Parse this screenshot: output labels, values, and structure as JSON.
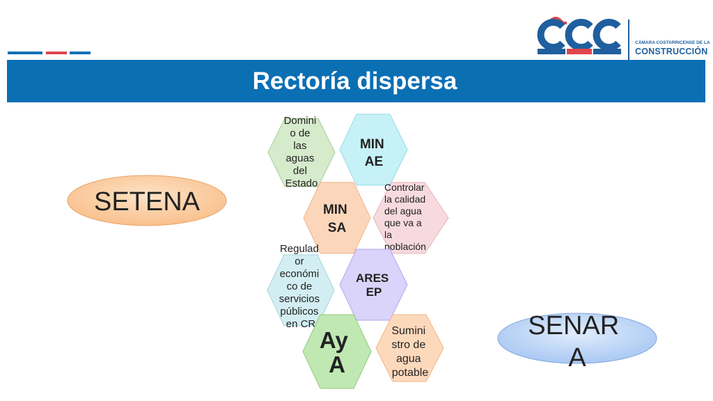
{
  "title": "Rectoría dispersa",
  "logo": {
    "letters": "CCC",
    "line1": "CÁMARA COSTARRICENSE DE LA",
    "line2": "CONSTRUCCIÓN"
  },
  "ellipses": {
    "setena": "SETENA",
    "senara": [
      "SENAR",
      "A"
    ]
  },
  "hexagons": {
    "dominio": [
      "Domini",
      "o de",
      "las",
      "aguas",
      "del",
      "Estado"
    ],
    "minae": [
      "MIN",
      "AE"
    ],
    "minsa": [
      "MIN",
      "SA"
    ],
    "controlar": [
      "Controlar",
      "la calidad",
      "del agua",
      "que va a",
      "la",
      "población"
    ],
    "regulador": [
      "Regulad",
      "or",
      "económi",
      "co de",
      "servicios",
      "públicos",
      "en CR"
    ],
    "aresep": [
      "ARES",
      "EP"
    ],
    "aya": [
      "Ay",
      "A"
    ],
    "suministro": [
      "Sumini",
      "stro de",
      "agua",
      "potable"
    ]
  },
  "colors": {
    "banner": "#0b6fb4",
    "brand_blue": "#1f5f9e",
    "brand_red": "#e0464b",
    "hex_green": "#cfe7c6",
    "hex_cyan": "#c4f2f8",
    "hex_peach": "#fbd3b6",
    "hex_pink": "#f7d8dc",
    "hex_blue_light": "#d2eef3",
    "hex_lavender": "#d9d2fb",
    "hex_green_bright": "#bfe8b2",
    "hex_orange": "#fdd9bd",
    "ellipse_orange": "#fcd1a6",
    "ellipse_blue": "#c7dcf8"
  }
}
